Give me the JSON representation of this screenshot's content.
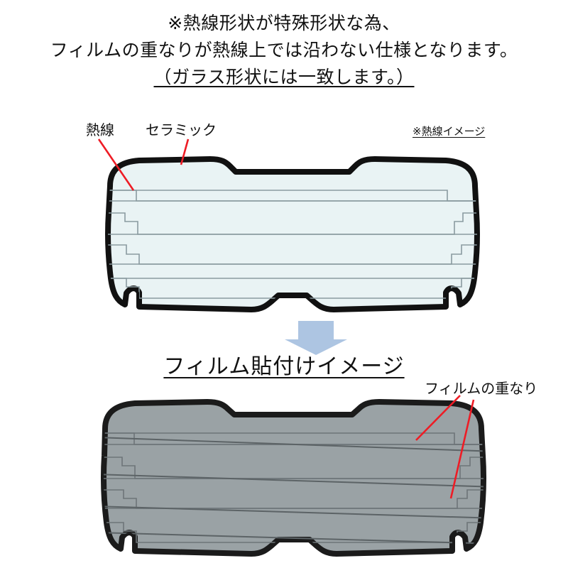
{
  "header": {
    "lines": [
      {
        "text": "※熱線形状が特殊形状な為、",
        "underlined": false
      },
      {
        "text": "フィルムの重なりが熱線上では沿わない仕様となります。",
        "underlined": false
      },
      {
        "text": "（ガラス形状には一致します。）",
        "underlined": true
      }
    ]
  },
  "top_diagram": {
    "label_heat_wire": "熱線",
    "label_ceramic": "セラミック",
    "label_image_note": "※熱線イメージ",
    "glass_fill": "#e9f3f4",
    "glass_border": "#111111",
    "heat_wire_color": "#8a9ba0",
    "leader_color": "#ee1c25"
  },
  "arrow": {
    "name": "down-arrow",
    "color": "#adc5e2"
  },
  "bottom_diagram": {
    "heading": "フィルム貼付けイメージ",
    "label_film_overlap": "フィルムの重なり",
    "film_fill": "#9aa2a5",
    "glass_border": "#1b1b1b",
    "heat_wire_color": "#6d7478",
    "seam_color": "#5c6366",
    "leader_color": "#ee1c25"
  }
}
